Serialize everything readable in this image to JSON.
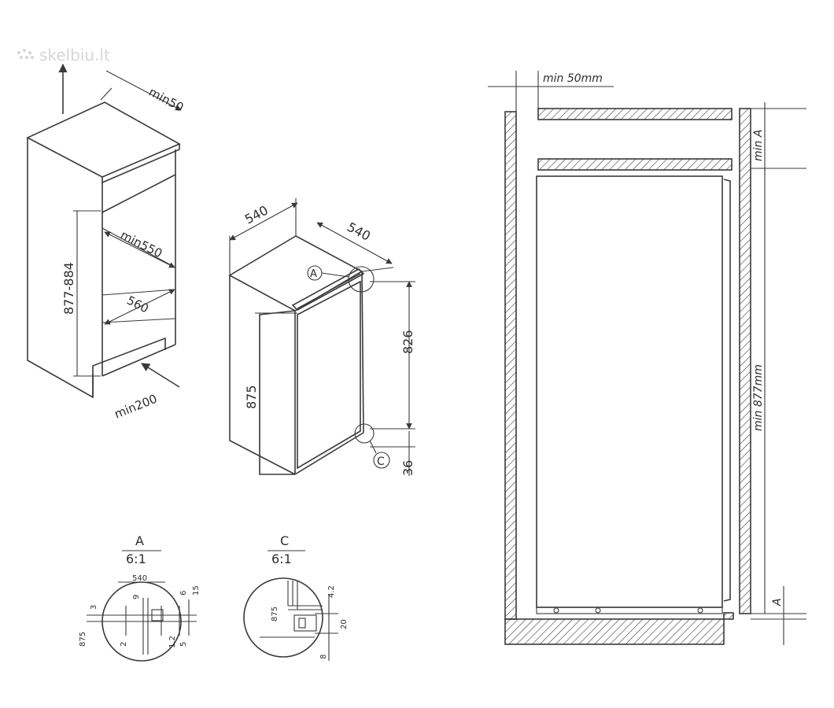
{
  "watermark": {
    "text": "skelbiu.lt",
    "icon": "dots-logo-icon"
  },
  "left_figure": {
    "dim_top": "min50",
    "dim_height": "877-884",
    "dim_depth_inner": "min550",
    "dim_width_inner": "560",
    "dim_vent": "min200"
  },
  "middle_figure": {
    "dim_width": "540",
    "dim_depth": "540",
    "dim_height": "875",
    "dim_door": "826",
    "dim_bottom": "36",
    "callout_a": "A",
    "callout_c": "C"
  },
  "detail_a": {
    "title": "A",
    "scale": "6:1",
    "d_540": "540",
    "d_9": "9",
    "d_6": "6",
    "d_15": "15",
    "d_3": "3",
    "d_875": "875",
    "d_2": "2",
    "d_1_2": "1.2",
    "d_5": "5"
  },
  "detail_c": {
    "title": "C",
    "scale": "6:1",
    "d_42": "4.2",
    "d_875": "875",
    "d_20": "20",
    "d_8": "8"
  },
  "right_figure": {
    "dim_top_gap": "min 50mm",
    "dim_min_a": "min A",
    "dim_height": "min 877mm",
    "dim_a": "A"
  },
  "colors": {
    "line": "#3a3a3a",
    "background": "#ffffff"
  }
}
